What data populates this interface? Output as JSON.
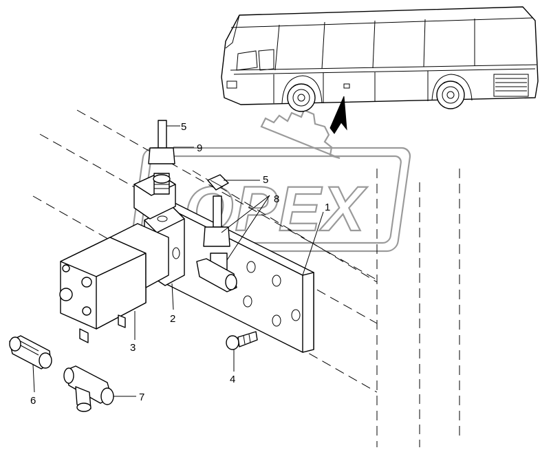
{
  "watermark": {
    "text": "OPEX"
  },
  "callouts": [
    {
      "id": "c5a",
      "text": "5"
    },
    {
      "id": "c9",
      "text": "9"
    },
    {
      "id": "c5b",
      "text": "5"
    },
    {
      "id": "c8",
      "text": "8"
    },
    {
      "id": "c1",
      "text": "1"
    },
    {
      "id": "c2",
      "text": "2"
    },
    {
      "id": "c3",
      "text": "3"
    },
    {
      "id": "c4",
      "text": "4"
    },
    {
      "id": "c6",
      "text": "6"
    },
    {
      "id": "c7",
      "text": "7"
    }
  ],
  "colors": {
    "line": "#000000",
    "watermark": "#9a9a9a",
    "background": "#ffffff"
  }
}
